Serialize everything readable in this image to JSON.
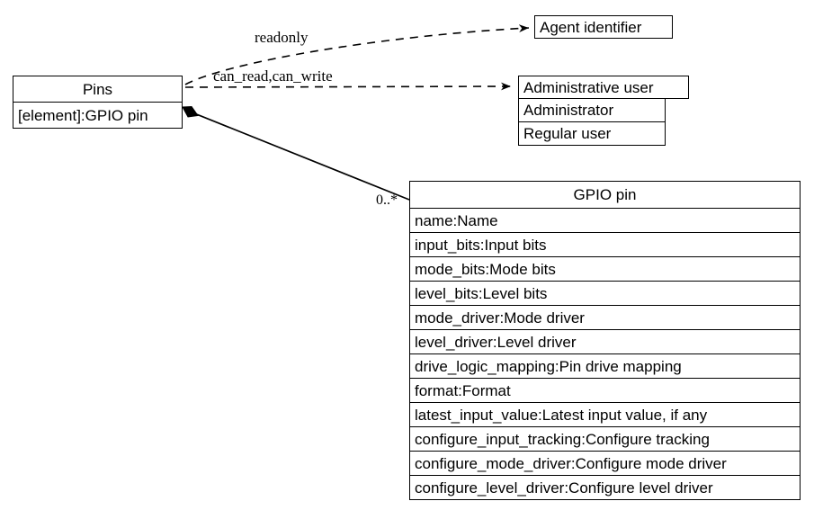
{
  "diagram": {
    "type": "uml-class-diagram",
    "background": "#ffffff",
    "line_color": "#000000"
  },
  "classes": {
    "pins": {
      "title": "Pins",
      "attributes": [
        "[element]:GPIO pin"
      ]
    },
    "agent_identifier": {
      "title": "Agent identifier",
      "attributes": []
    },
    "administrative_user": {
      "title": "Administrative user",
      "attributes": [
        "Administrator",
        "Regular user"
      ]
    },
    "gpio_pin": {
      "title": "GPIO pin",
      "attributes": [
        "name:Name",
        "input_bits:Input bits",
        "mode_bits:Mode bits",
        "level_bits:Level bits",
        "mode_driver:Mode driver",
        "level_driver:Level driver",
        "drive_logic_mapping:Pin drive mapping",
        "format:Format",
        "latest_input_value:Latest input value, if any",
        "configure_input_tracking:Configure tracking",
        "configure_mode_driver:Configure mode driver",
        "configure_level_driver:Configure level driver"
      ]
    }
  },
  "edges": {
    "readonly": {
      "label": "readonly",
      "style": "dashed",
      "arrow": "open-arrow",
      "from": "pins",
      "to": "agent_identifier"
    },
    "can_read_can_write": {
      "label": "can_read,can_write",
      "style": "dashed",
      "arrow": "open-arrow",
      "from": "pins",
      "to": "administrative_user"
    },
    "composition": {
      "label": "0..*",
      "style": "solid",
      "arrow": "filled-diamond",
      "from": "pins",
      "to": "gpio_pin"
    }
  }
}
